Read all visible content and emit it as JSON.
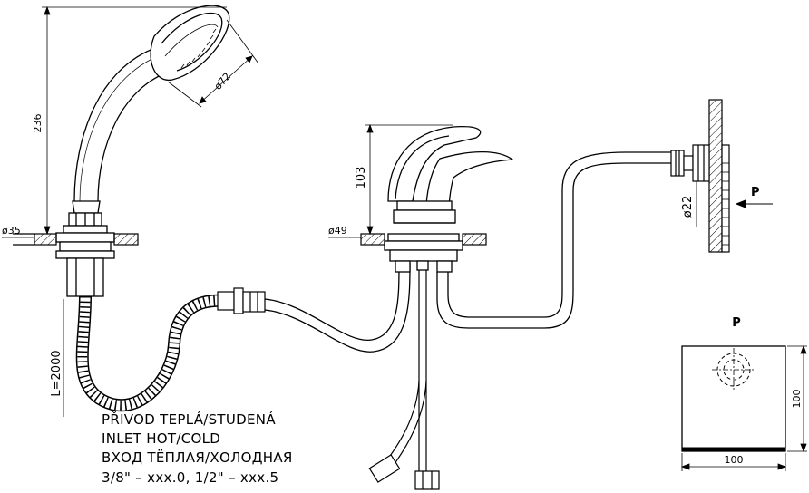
{
  "dimensions": {
    "shower_height": "236",
    "shower_head_dia": "ø72",
    "shower_base_dia": "ø35",
    "hose_length": "L=2000",
    "mixer_height": "103",
    "mixer_base_dia": "ø49",
    "wall_outlet_dia": "ø22",
    "plate_width": "100",
    "plate_height": "100"
  },
  "labels": {
    "view_arrow": "P",
    "view_title": "P"
  },
  "note": {
    "line1": "PŘIVOD TEPLÁ/STUDENÁ",
    "line2": "INLET HOT/COLD",
    "line3": "ВХОД ТЁПЛАЯ/ХОЛОДНАЯ",
    "line4": "3/8\" – xxx.0, 1/2\" – xxx.5"
  }
}
